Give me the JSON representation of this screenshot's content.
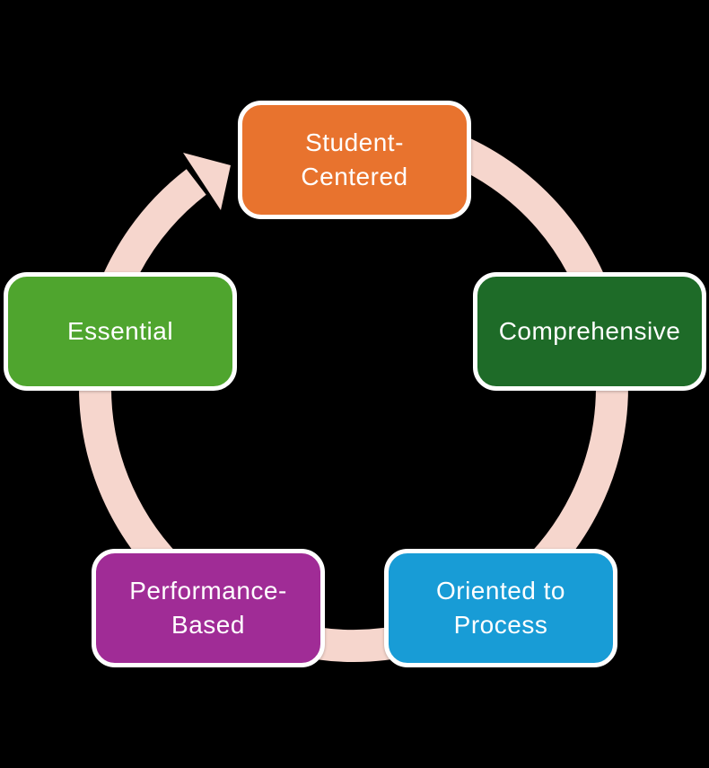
{
  "diagram": {
    "type": "cycle",
    "direction": "clockwise",
    "background_color": "#000000",
    "ring_color": "#F6D6CD",
    "node_border_color": "#FFFFFF",
    "text_color": "#FFFFFF",
    "nodes": [
      {
        "id": "student-centered",
        "label": "Student-Centered",
        "lines": [
          "Student-",
          "Centered"
        ],
        "color": "#E8732E"
      },
      {
        "id": "comprehensive",
        "label": "Comprehensive",
        "lines": [
          "Comprehensive"
        ],
        "color": "#1E6B28"
      },
      {
        "id": "oriented-to-process",
        "label": "Oriented to Process",
        "lines": [
          "Oriented to",
          "Process"
        ],
        "color": "#189CD6"
      },
      {
        "id": "performance-based",
        "label": "Performance-Based",
        "lines": [
          "Performance-",
          "Based"
        ],
        "color": "#A02C96"
      },
      {
        "id": "essential",
        "label": "Essential",
        "lines": [
          "Essential"
        ],
        "color": "#4FA52E"
      }
    ]
  }
}
